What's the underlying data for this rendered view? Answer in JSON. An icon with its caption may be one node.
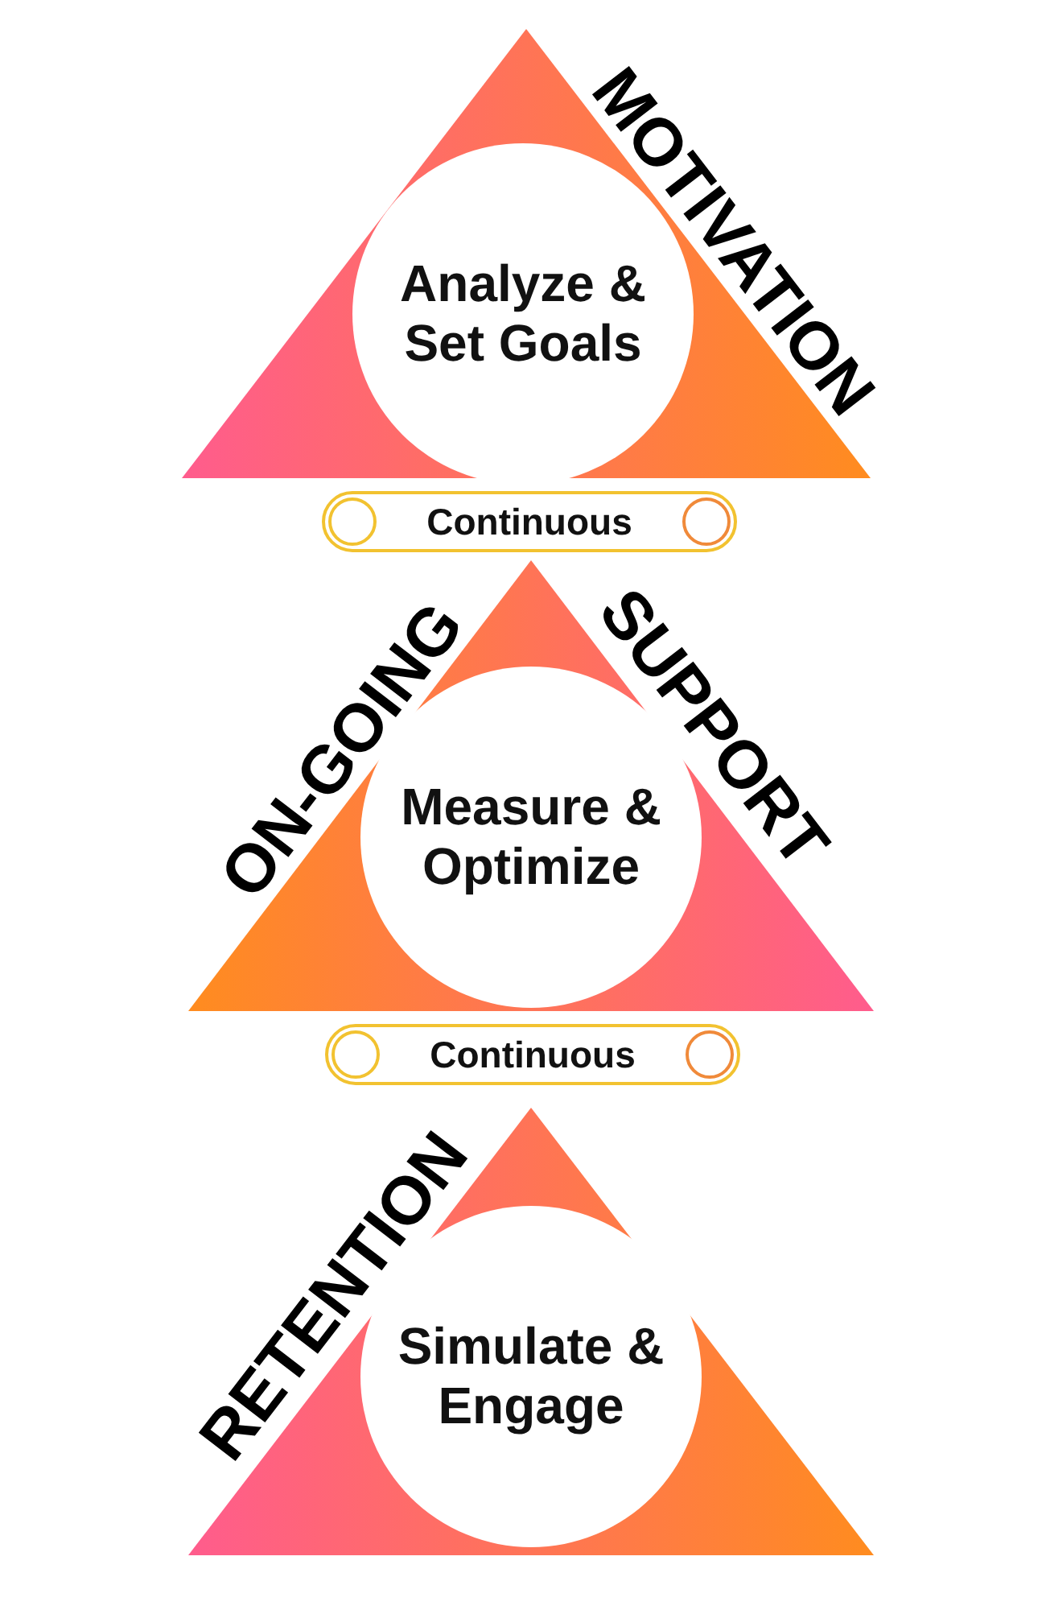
{
  "diagram": {
    "nodes": [
      {
        "text": [
          "Analyze & Set Goals"
        ],
        "beside": [
          "MOTIVATION"
        ]
      },
      {
        "text": [
          "Continuous"
        ]
      },
      {
        "text": [
          "Measure & Optimize"
        ],
        "beside": [
          "ON-GOING",
          "SUPPORT"
        ]
      },
      {
        "text": [
          "Continuous"
        ]
      },
      {
        "text": [
          "Simulate & Engage"
        ],
        "beside": [
          "RETENTION"
        ]
      }
    ]
  }
}
